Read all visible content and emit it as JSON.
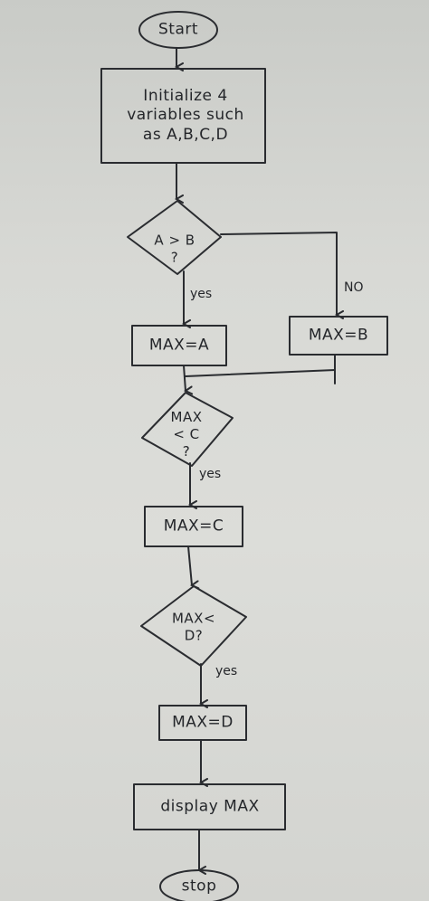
{
  "nodes": {
    "start": "Start",
    "init": "Initialize 4\nvariables such\nas A,B,C,D",
    "cond_ab": "A > B\n?",
    "max_a": "MAX=A",
    "max_b": "MAX=B",
    "cond_c": "MAX\n< C\n?",
    "max_c": "MAX=C",
    "cond_d": "MAX<\nD?",
    "max_d": "MAX=D",
    "display": "display MAX",
    "stop": "stop"
  },
  "edges": {
    "ab_yes": "yes",
    "ab_no": "NO",
    "c_yes": "yes",
    "d_yes": "yes"
  }
}
